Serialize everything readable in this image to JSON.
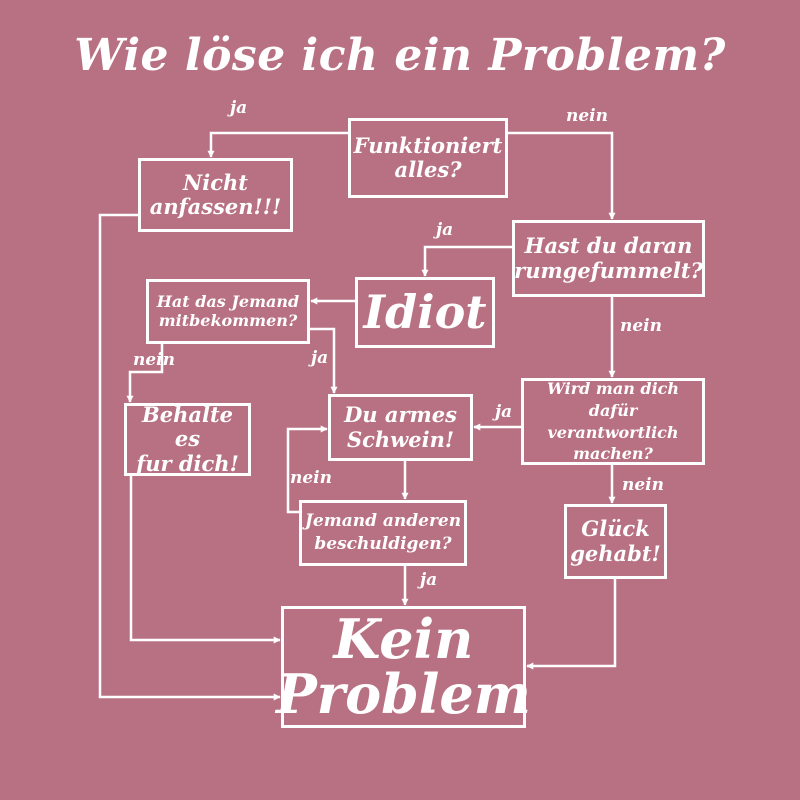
{
  "title": "Wie löse ich ein Problem?",
  "colors": {
    "background": "#b87182",
    "ink": "#ffffff"
  },
  "nodes": {
    "funktioniert": [
      "Funktioniert",
      "alles?"
    ],
    "nicht_anfassen": [
      "Nicht",
      "anfassen!!!"
    ],
    "hast_du": [
      "Hast du daran",
      "rumgefummelt?"
    ],
    "idiot": [
      "Idiot"
    ],
    "hat_das": [
      "Hat das Jemand",
      "mitbekommen?"
    ],
    "wird_man": [
      "Wird man dich",
      "dafür verantwortlich",
      "machen?"
    ],
    "behalte": [
      "Behalte es",
      "fur dich!"
    ],
    "armes_schwein": [
      "Du armes",
      "Schwein!"
    ],
    "jemand_anderen": [
      "Jemand anderen",
      "beschuldigen?"
    ],
    "glueck": [
      "Glück",
      "gehabt!"
    ],
    "kein_problem": [
      "Kein",
      "Problem"
    ]
  },
  "edge_labels": {
    "funktioniert_ja": "ja",
    "funktioniert_nein": "nein",
    "hast_ja": "ja",
    "hast_nein": "nein",
    "hat_nein": "nein",
    "hat_ja": "ja",
    "wird_ja": "ja",
    "wird_nein": "nein",
    "jemand_nein": "nein",
    "jemand_ja": "ja"
  }
}
